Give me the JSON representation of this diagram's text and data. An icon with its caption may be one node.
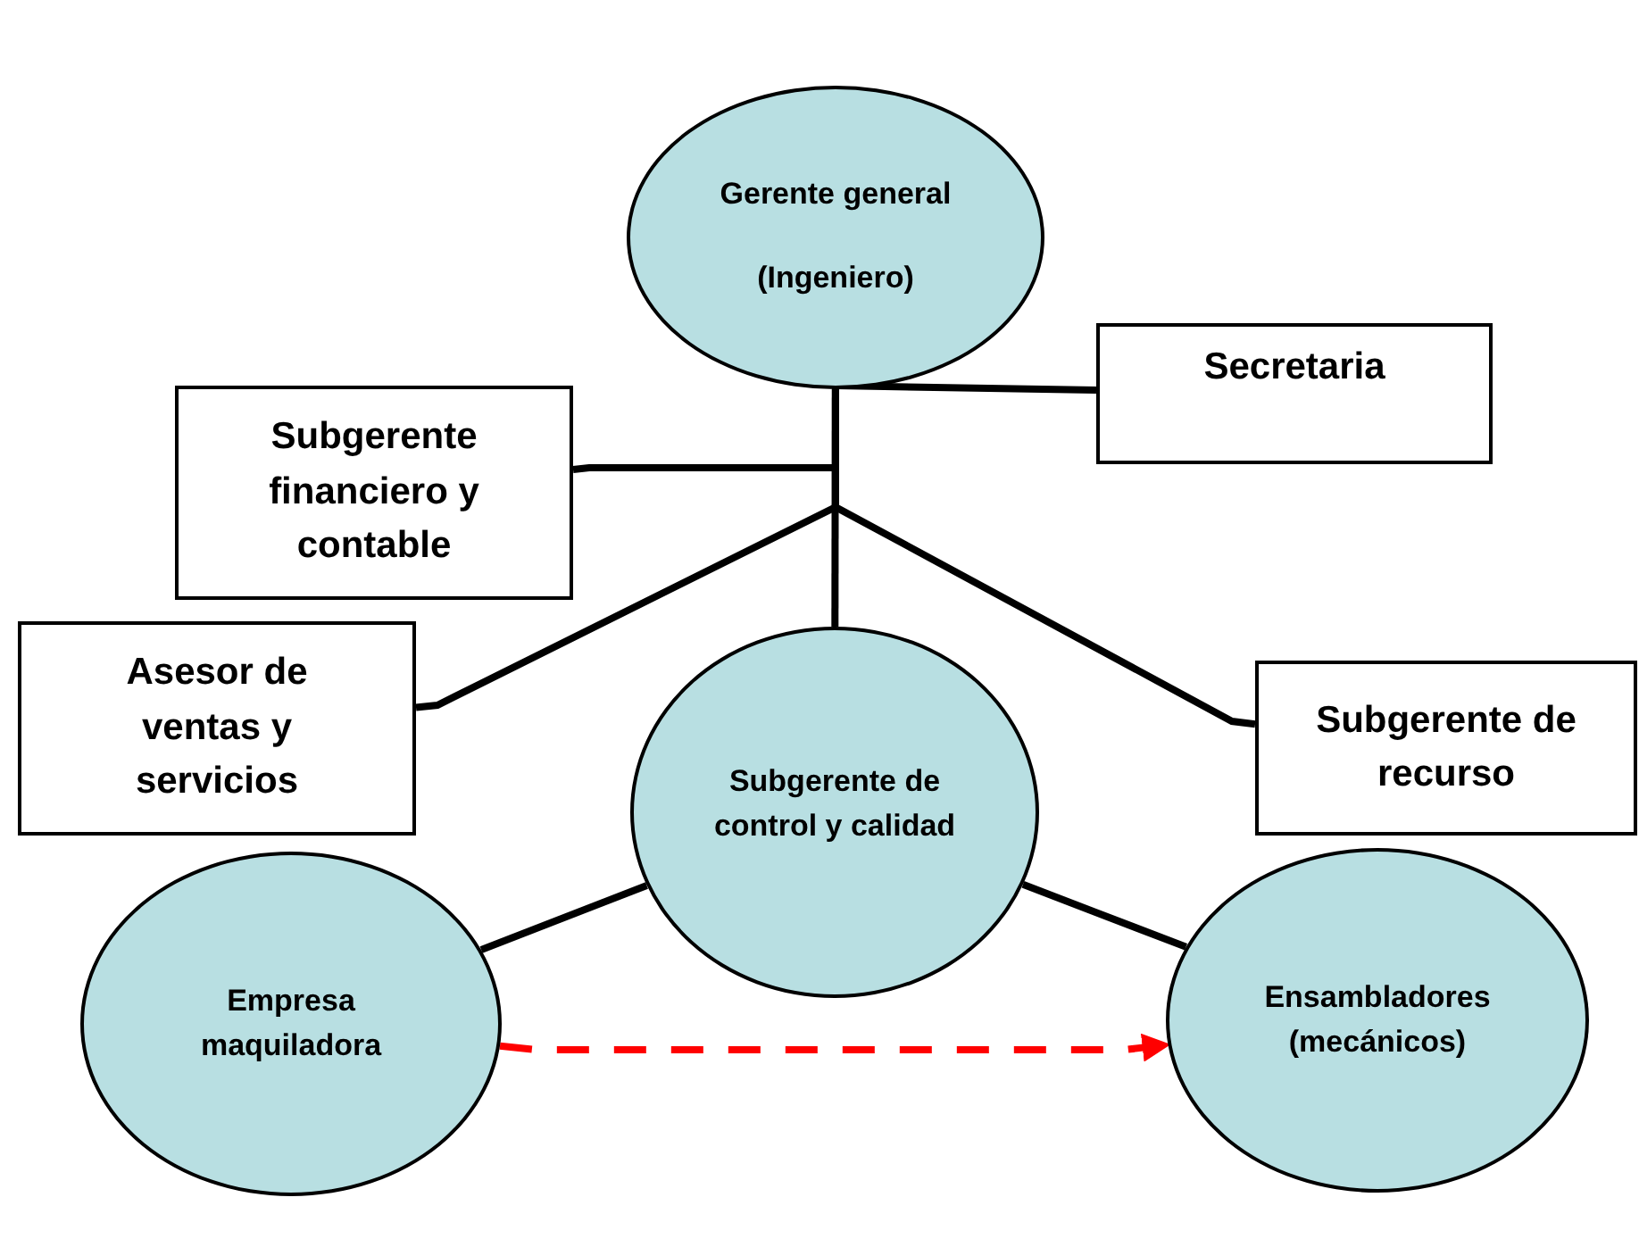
{
  "diagram": {
    "nodes": [
      {
        "text": [
          "Gerente general",
          "(Ingeniero)"
        ]
      },
      {
        "text": [
          "Secretaria"
        ]
      },
      {
        "text": [
          "Subgerente financiero y contable"
        ]
      },
      {
        "text": [
          "Asesor de ventas y servicios"
        ]
      },
      {
        "text": [
          "Subgerente de control y calidad"
        ]
      },
      {
        "text": [
          "Subgerente de recurso"
        ]
      },
      {
        "text": [
          "Empresa maquiladora"
        ]
      },
      {
        "text": [
          "Ensambladores (mecánicos)"
        ]
      }
    ],
    "edges": [
      {
        "from": 0,
        "to": 1,
        "arrow": "none"
      },
      {
        "from": 0,
        "to": 2,
        "arrow": "none"
      },
      {
        "from": 0,
        "to": 3,
        "arrow": "none"
      },
      {
        "from": 0,
        "to": 4,
        "arrow": "none"
      },
      {
        "from": 0,
        "to": 5,
        "arrow": "none"
      },
      {
        "from": 4,
        "to": 6,
        "arrow": "none"
      },
      {
        "from": 4,
        "to": 7,
        "arrow": "none"
      },
      {
        "from": 6,
        "to": 7,
        "arrow": "to",
        "style": "dashed",
        "color": "#ff0000"
      }
    ]
  }
}
